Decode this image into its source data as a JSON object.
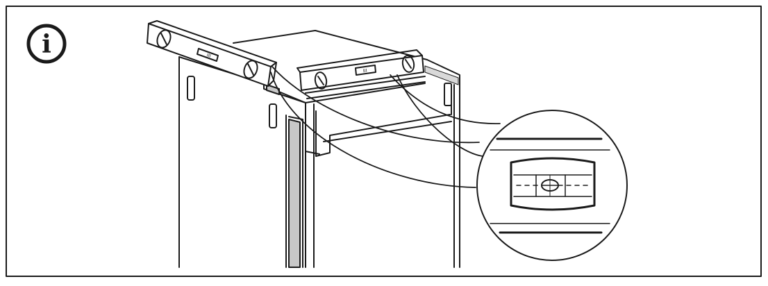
{
  "figure": {
    "info_badge": {
      "symbol": "i",
      "icon": "info-circle-icon"
    },
    "colors": {
      "line": "#1a1a1a",
      "background": "#ffffff",
      "trim_fill": "#c8c8c8",
      "top_surface_shade": "#d9d9d9"
    },
    "level_markings": {
      "left_level": "III",
      "right_level": "III"
    }
  }
}
